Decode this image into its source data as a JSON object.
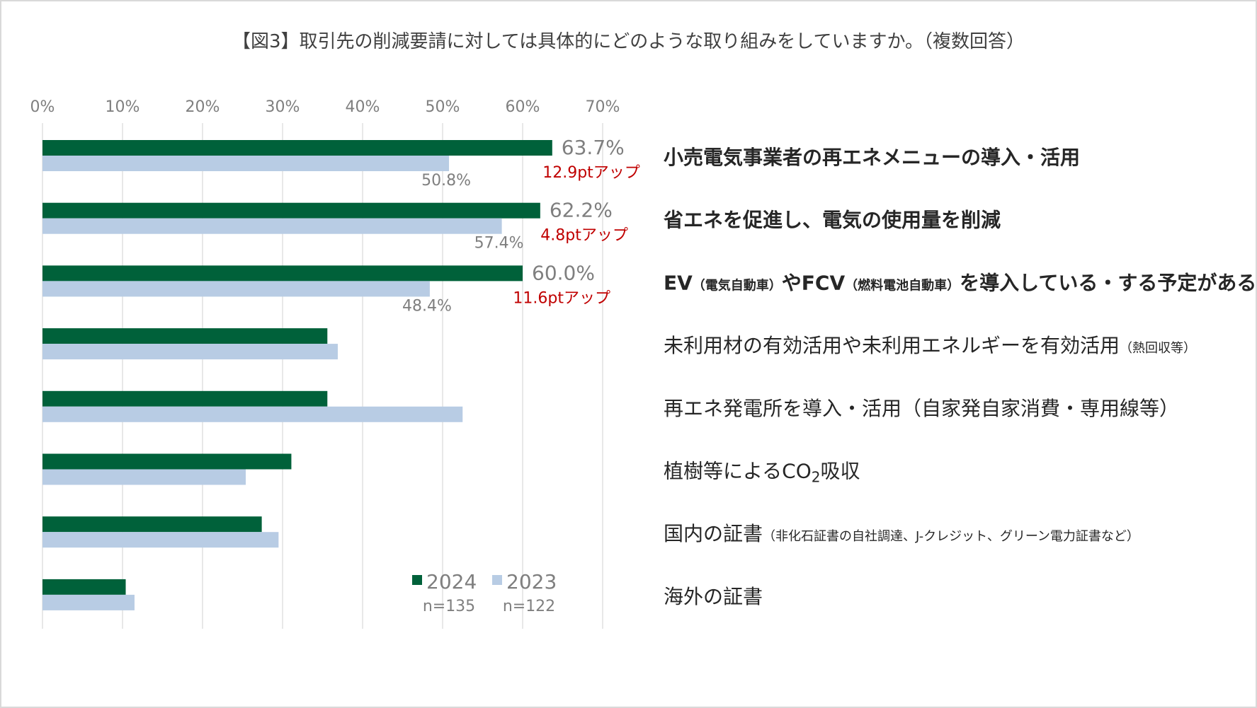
{
  "chart_data": {
    "type": "bar",
    "orientation": "horizontal",
    "title": "【図3】取引先の削減要請に対しては具体的にどのような取り組みをしていますか。（複数回答）",
    "xlim": [
      0,
      70
    ],
    "x_ticks": [
      "0%",
      "10%",
      "20%",
      "30%",
      "40%",
      "50%",
      "60%",
      "70%"
    ],
    "grid": true,
    "legend_position": "bottom-center",
    "categories": [
      {
        "main": "小売電気事業者の再エネメニューの導入・活用",
        "bold": true
      },
      {
        "main": "省エネを促進し、電気の使用量を削減",
        "bold": true
      },
      {
        "parts": [
          {
            "text": "EV",
            "small": false
          },
          {
            "text": "（電気自動車）",
            "small": true
          },
          {
            "text": "やFCV",
            "small": false
          },
          {
            "text": "（燃料電池自動車）",
            "small": true
          },
          {
            "text": "を導入している・する予定がある",
            "small": false
          }
        ],
        "bold": true
      },
      {
        "parts": [
          {
            "text": "未利用材の有効活用や未利用エネルギーを有効活用",
            "small": false
          },
          {
            "text": "（熱回収等）",
            "small": true
          }
        ],
        "bold": false
      },
      {
        "main": "再エネ発電所を導入・活用（自家発自家消費・専用線等）",
        "bold": false
      },
      {
        "parts": [
          {
            "text": "植樹等によるCO",
            "small": false
          },
          {
            "text": "2",
            "sub": true
          },
          {
            "text": "吸収",
            "small": false
          }
        ],
        "bold": false
      },
      {
        "parts": [
          {
            "text": "国内の証書",
            "small": false
          },
          {
            "text": "（非化石証書の自社調達、J-クレジット、グリーン電力証書など）",
            "small": true
          }
        ],
        "bold": false
      },
      {
        "main": "海外の証書",
        "bold": false
      }
    ],
    "series": [
      {
        "name": "2024",
        "n_label": "n=135",
        "color": "#00613a",
        "values": [
          63.7,
          62.2,
          60.0,
          35.6,
          35.6,
          31.1,
          27.4,
          10.4
        ]
      },
      {
        "name": "2023",
        "n_label": "n=122",
        "color": "#b8cce4",
        "values": [
          50.8,
          57.4,
          48.4,
          36.9,
          52.5,
          25.4,
          29.5,
          11.5
        ]
      }
    ],
    "value_labels_2024": [
      "63.7%",
      "62.2%",
      "60.0%"
    ],
    "value_labels_2023": [
      "50.8%",
      "57.4%",
      "48.4%"
    ],
    "increase_labels": [
      "12.9ptアップ",
      "4.8ptアップ",
      "11.6ptアップ"
    ]
  }
}
